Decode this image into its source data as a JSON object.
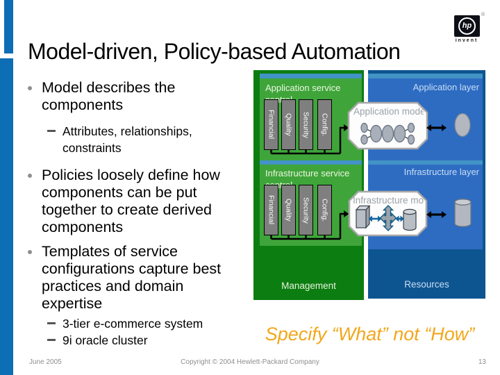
{
  "title": "Model-driven, Policy-based Automation",
  "logo": {
    "text": "hp",
    "registered": "®",
    "tagline": "invent"
  },
  "bullets": [
    {
      "lines": [
        "Model describes the",
        "components"
      ],
      "subs": [
        [
          "Attributes, relationships,",
          "constraints"
        ]
      ]
    },
    {
      "lines": [
        "Policies loosely define how",
        "components can be put",
        "together to create derived",
        "components"
      ],
      "subs": []
    },
    {
      "lines": [
        "Templates of service",
        "configurations capture best",
        "practices and domain",
        "expertise"
      ],
      "subs": [
        [
          "3-tier e-commerce system"
        ],
        [
          "9i oracle cluster"
        ]
      ]
    }
  ],
  "diagram": {
    "app_control": {
      "title_lines": [
        "Application service",
        "control"
      ],
      "bars": [
        "Financial",
        "Quality",
        "Security",
        "Config."
      ]
    },
    "infra_control": {
      "title_lines": [
        "Infrastructure service",
        "control"
      ],
      "bars": [
        "Financial",
        "Quality",
        "Security",
        "Config."
      ]
    },
    "app_layer": "Application layer",
    "infra_layer": "Infrastructure layer",
    "app_model": "Application model",
    "infra_model": "Infrastructure model",
    "management": "Management",
    "resources": "Resources"
  },
  "tagline": "Specify “What” not “How”",
  "footer": {
    "date": "June 2005",
    "copyright": "Copyright © 2004 Hewlett-Packard Company",
    "page": "13"
  },
  "colors": {
    "accent_blue": "#0d6db5",
    "bright_green": "#3fa53a",
    "dark_green": "#0c7d11",
    "royal_blue": "#2e6cc2",
    "dark_blue": "#0d5590",
    "stripe_blue": "#4293c6",
    "bar_gray": "#7f7f7f",
    "gold": "#f2a71b"
  },
  "icons": {
    "hp_logo": "hp-invent-logo",
    "flow_arrow": "black-right-arrow",
    "exchange_arrow": "black-double-arrow",
    "link_arrow": "teal-double-arrow",
    "four_way_arrow": "four-way-arrow",
    "bullet": "gray-disc",
    "sub_bullet": "gray-dash"
  }
}
